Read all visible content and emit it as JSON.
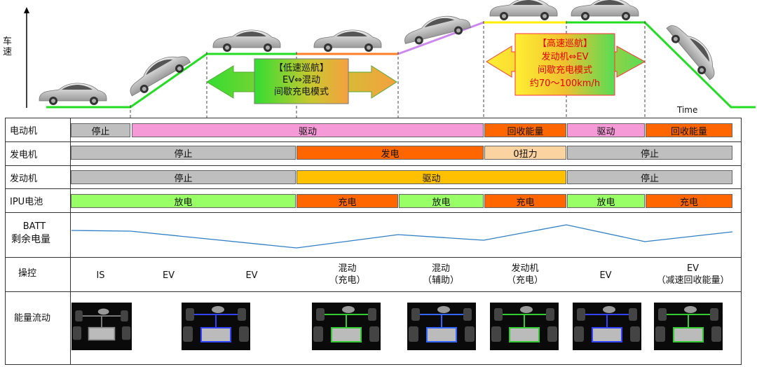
{
  "y_axis_label": "车速",
  "x_axis_label": "Time",
  "low_cruise_text": [
    "【低速巡航】",
    "EV⇔混动",
    "间歇充电模式"
  ],
  "high_cruise_text": [
    "【高速巡航】",
    "发动机⇔EV",
    "间歇充电模式",
    "约70～100km/h"
  ],
  "rows": {
    "motor": {
      "label": "电动机",
      "segments": [
        {
          "text": "停止",
          "color": "#bfbfbf"
        },
        {
          "text": "驱动",
          "color": "#f59ad6"
        },
        {
          "text": "回收能量",
          "color": "#ff6600"
        },
        {
          "text": "驱动",
          "color": "#f59ad6"
        },
        {
          "text": "回收能量",
          "color": "#ff6600"
        }
      ]
    },
    "generator": {
      "label": "发电机",
      "segments": [
        {
          "text": "停止",
          "color": "#bfbfbf"
        },
        {
          "text": "发电",
          "color": "#ff6600"
        },
        {
          "text": "0扭力",
          "color": "#fbd3a0"
        },
        {
          "text": "停止",
          "color": "#bfbfbf"
        }
      ]
    },
    "engine": {
      "label": "发动机",
      "segments": [
        {
          "text": "停止",
          "color": "#bfbfbf"
        },
        {
          "text": "驱动",
          "color": "#ffc000"
        },
        {
          "text": "停止",
          "color": "#bfbfbf"
        }
      ]
    },
    "ipu": {
      "label": "IPU电池",
      "segments": [
        {
          "text": "放电",
          "color": "#99ff66"
        },
        {
          "text": "充电",
          "color": "#ff6600"
        },
        {
          "text": "放电",
          "color": "#99ff66"
        },
        {
          "text": "充电",
          "color": "#ff6600"
        },
        {
          "text": "放电",
          "color": "#99ff66"
        },
        {
          "text": "充电",
          "color": "#ff6600"
        }
      ]
    }
  },
  "batt_label": [
    "BATT",
    "剩余电量"
  ],
  "control_label": "操控",
  "controls": [
    [
      "IS"
    ],
    [
      "EV"
    ],
    [
      "EV"
    ],
    [
      "混动",
      "（充电）"
    ],
    [
      "混动",
      "（辅助）"
    ],
    [
      "发动机",
      "（充电）"
    ],
    [
      "EV"
    ],
    [
      "EV",
      "（减速回收能量）"
    ]
  ],
  "energy_label": "能量流动",
  "energy_icons": [
    "powertrain-idle-icon",
    "powertrain-ev-icon",
    "powertrain-hybrid-charge-icon",
    "powertrain-hybrid-assist-icon",
    "powertrain-engine-charge-icon",
    "powertrain-ev-icon",
    "powertrain-regen-icon"
  ],
  "colors": {
    "speed_green": "#22dd22",
    "speed_orange": "#ff7f27",
    "speed_purple": "#cc88ee",
    "speed_yellow": "#ffee00",
    "batt_line": "#2e7fc4"
  }
}
